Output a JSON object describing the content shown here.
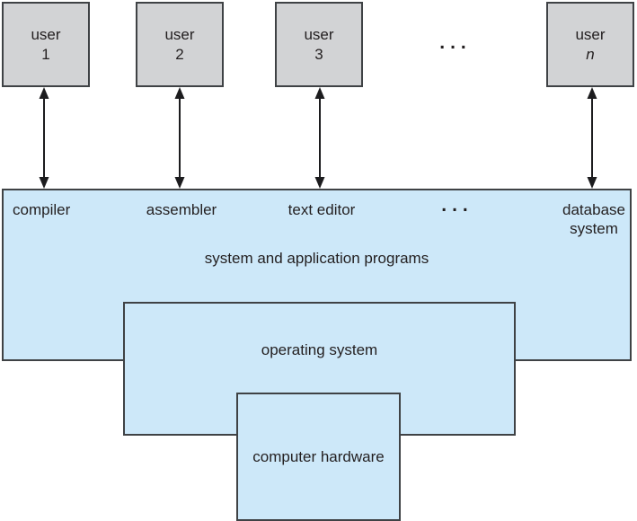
{
  "users": [
    {
      "word": "user",
      "index": "1"
    },
    {
      "word": "user",
      "index": "2"
    },
    {
      "word": "user",
      "index": "3"
    },
    {
      "word": "user",
      "index": "n"
    }
  ],
  "ellipsis": {
    "top": "...",
    "band": "..."
  },
  "band": {
    "labels": {
      "compiler": "compiler",
      "assembler": "assembler",
      "text_editor": "text editor",
      "database_line1": "database",
      "database_line2": "system"
    },
    "title": "system and application programs"
  },
  "os_box": {
    "label": "operating system"
  },
  "hardware_box": {
    "label": "computer hardware"
  },
  "colors": {
    "user_box_fill": "#d2d3d5",
    "blue_fill": "#cde8f9",
    "border": "#3f4245",
    "text": "#231f20",
    "arrow": "#1c1c1e",
    "background": "#ffffff"
  }
}
